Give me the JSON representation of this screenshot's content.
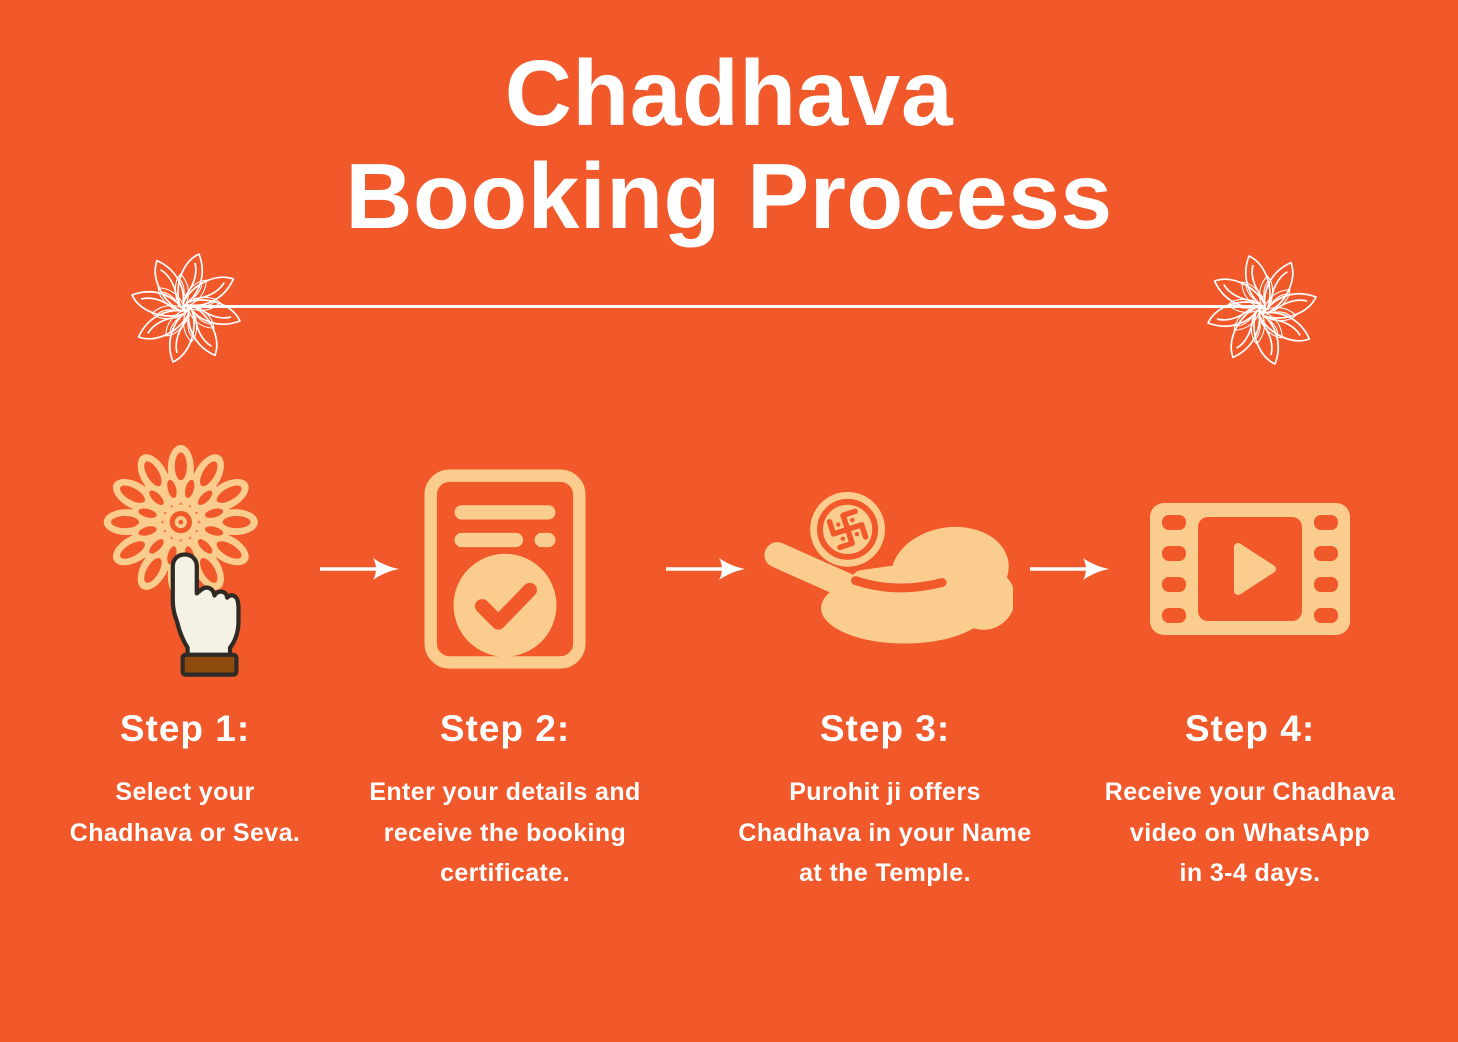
{
  "header": {
    "title": "Chadhava\nBooking Process"
  },
  "steps": [
    {
      "label": "Step 1:",
      "description": "Select your\nChadhava or Seva.",
      "icon": "flower-click-icon"
    },
    {
      "label": "Step 2:",
      "description": "Enter your details and\nreceive the booking\ncertificate.",
      "icon": "booking-certificate-icon"
    },
    {
      "label": "Step 3:",
      "description": "Purohit ji offers\nChadhava in your Name\nat the Temple.",
      "icon": "offering-hand-coin-icon"
    },
    {
      "label": "Step 4:",
      "description": "Receive your Chadhava\nvideo on WhatsApp\nin 3-4 days.",
      "icon": "video-film-icon"
    }
  ],
  "icons": {
    "divider_left": "rangoli-flower-icon",
    "divider_right": "rangoli-flower-icon",
    "connectors": [
      "arrow-right-icon",
      "arrow-right-icon",
      "arrow-right-icon"
    ]
  },
  "colors": {
    "background": "#F1582A",
    "text": "#FFFFFF",
    "icon_peach": "#FACD8E",
    "hand_ivory": "#F5F1E4",
    "cuff_brown": "#8F4A0E",
    "outline_dark": "#2E2A26"
  }
}
